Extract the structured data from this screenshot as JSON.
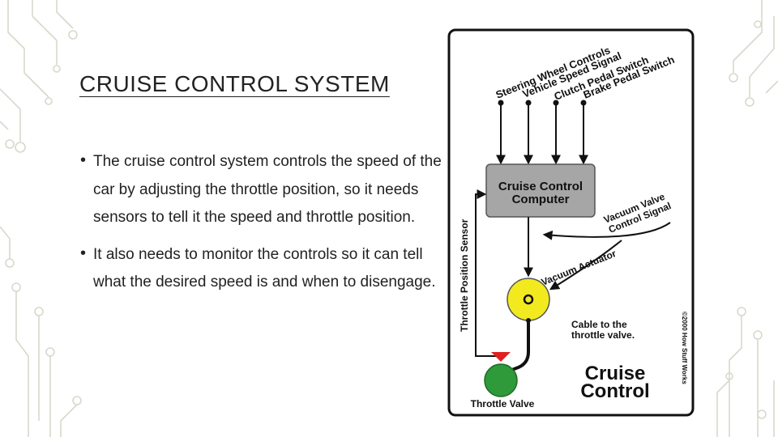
{
  "slide": {
    "title": "CRUISE CONTROL SYSTEM",
    "bullets": [
      "The cruise control system controls the speed of the car by adjusting the throttle position, so it needs sensors to tell it the speed and throttle position.",
      " It also needs to monitor the controls so it can tell what the desired speed is and when to disengage."
    ]
  },
  "diagram": {
    "inputs": [
      "Steering Wheel Controls",
      "Vehicle Speed Signal",
      "Clutch Pedal Switch",
      "Brake Pedal Switch"
    ],
    "computer_line1": "Cruise Control",
    "computer_line2": "Computer",
    "vacuum_signal_line1": "Vacuum Valve",
    "vacuum_signal_line2": "Control Signal",
    "vacuum_actuator": "Vacuum Actuator",
    "throttle_position_sensor": "Throttle Position Sensor",
    "cable_line1": "Cable to the",
    "cable_line2": "throttle valve.",
    "throttle_valve": "Throttle Valve",
    "logo_line1": "Cruise",
    "logo_line2": "Control",
    "copyright": "©2000 How Stuff Works",
    "colors": {
      "computer_box": "#a6a6a6",
      "actuator": "#f2ea1f",
      "valve": "#2e9a3a",
      "marker": "#e02020",
      "circuit_deco": "#d6d6c8"
    }
  }
}
